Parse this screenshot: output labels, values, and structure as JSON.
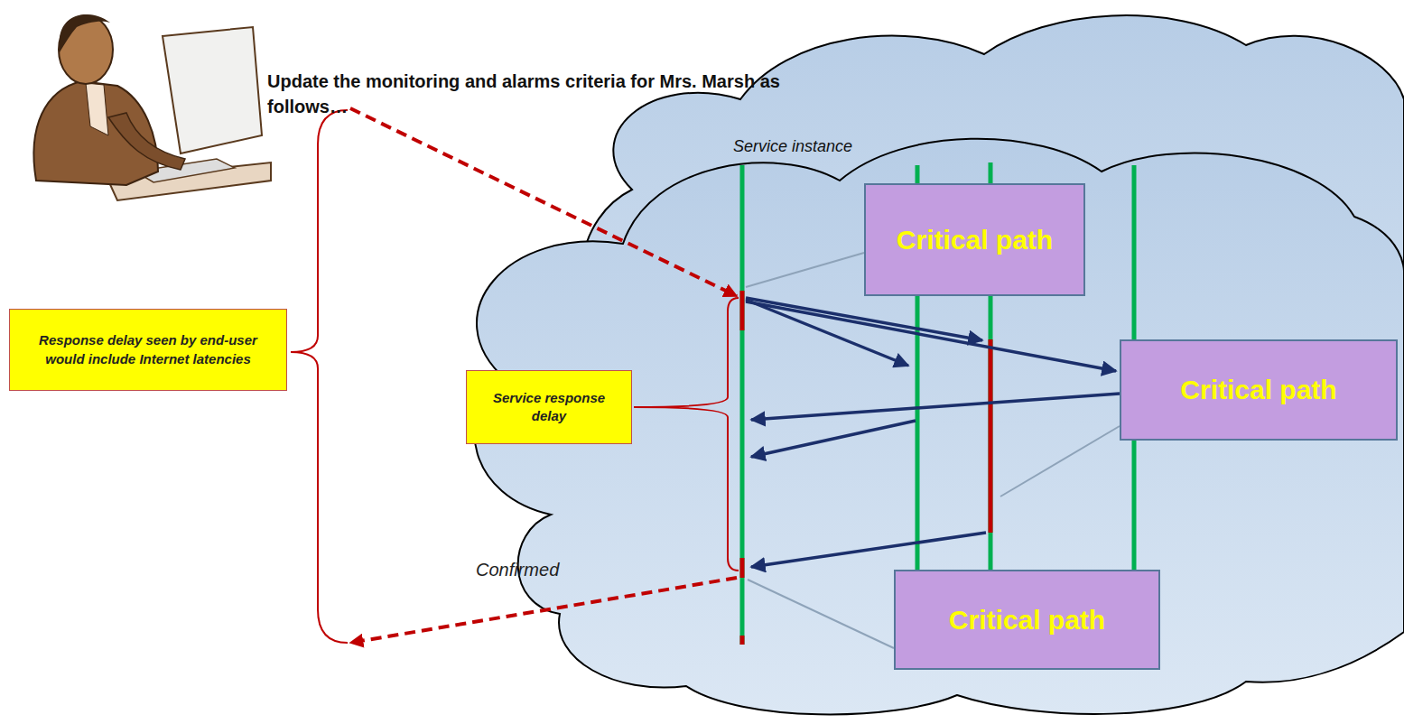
{
  "diagram": {
    "nodes": [
      {
        "text": [
          "Critical path"
        ]
      },
      {
        "text": [
          "Critical path"
        ]
      },
      {
        "text": [
          "Critical path"
        ]
      },
      {
        "text": [
          "Response delay seen by end-user would include Internet latencies"
        ]
      },
      {
        "text": [
          "Service response delay"
        ]
      }
    ],
    "labels": [
      "Update the monitoring and alarms criteria for Mrs. Marsh as follows…",
      "Service instance",
      "Confirmed"
    ]
  }
}
